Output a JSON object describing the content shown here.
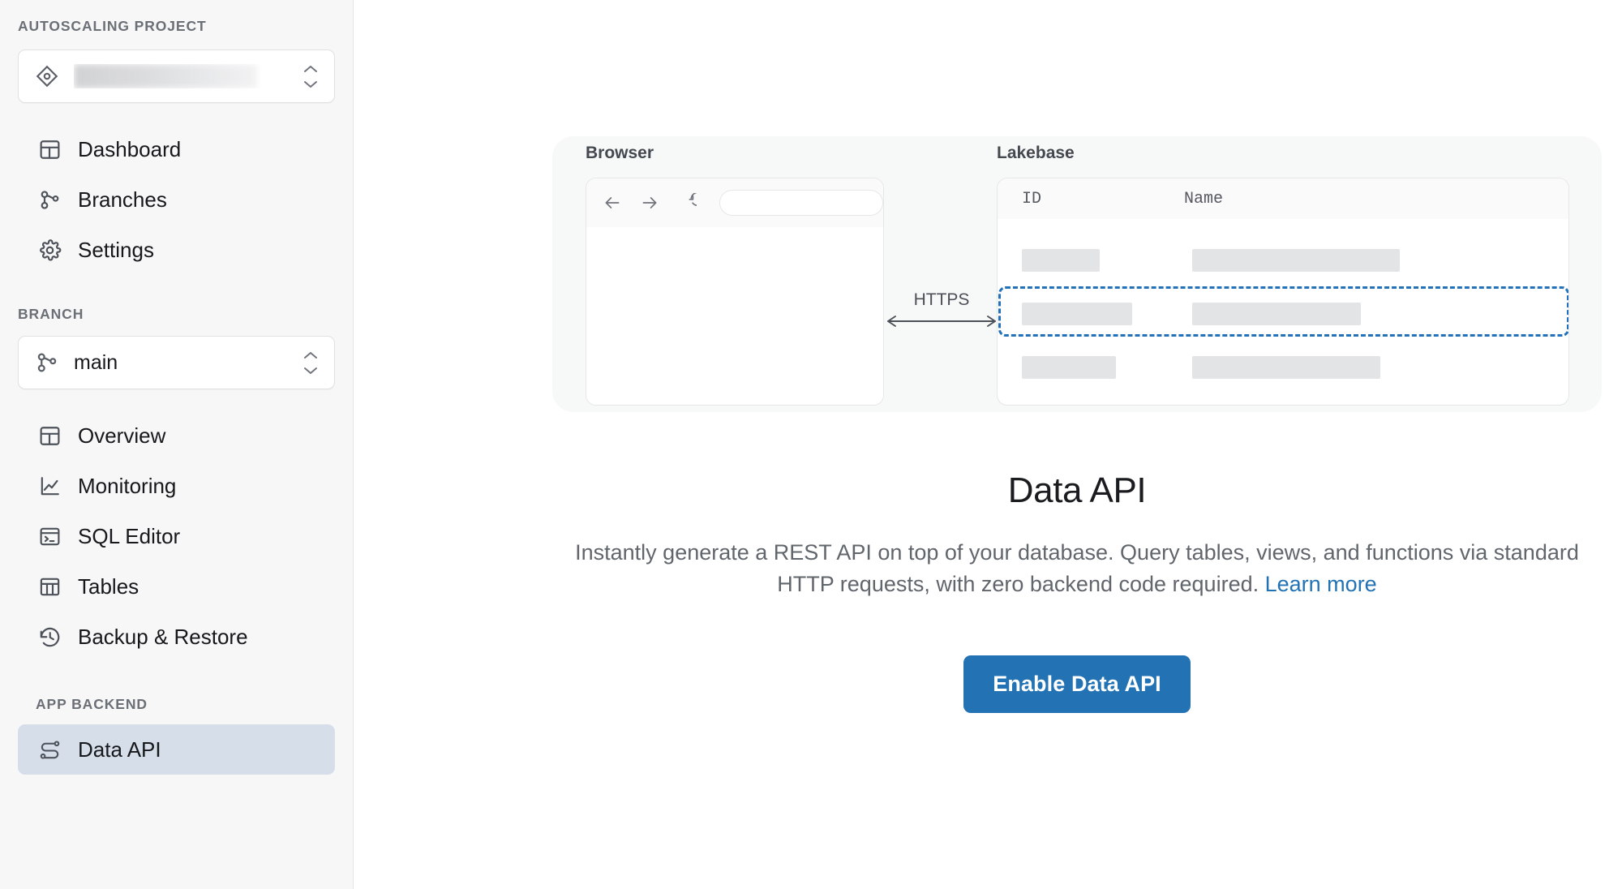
{
  "sidebar": {
    "project_section_label": "AUTOSCALING PROJECT",
    "project_selector": {
      "name": "project-selector",
      "icon": "project-diamond-icon",
      "value": "",
      "redacted": true,
      "chevron": "chevron-up-down-icon"
    },
    "project_nav": [
      {
        "label": "Dashboard",
        "icon": "dashboard-grid-icon",
        "active": false
      },
      {
        "label": "Branches",
        "icon": "branch-icon",
        "active": false
      },
      {
        "label": "Settings",
        "icon": "gear-icon",
        "active": false
      }
    ],
    "branch_section_label": "BRANCH",
    "branch_selector": {
      "name": "branch-selector",
      "icon": "branch-icon",
      "value": "main",
      "chevron": "chevron-up-down-icon"
    },
    "branch_nav": [
      {
        "label": "Overview",
        "icon": "dashboard-grid-icon",
        "active": false
      },
      {
        "label": "Monitoring",
        "icon": "line-chart-icon",
        "active": false
      },
      {
        "label": "SQL Editor",
        "icon": "terminal-window-icon",
        "active": false
      },
      {
        "label": "Tables",
        "icon": "table-icon",
        "active": false
      },
      {
        "label": "Backup & Restore",
        "icon": "history-clock-icon",
        "active": false
      }
    ],
    "backend_section_label": "APP BACKEND",
    "backend_nav": [
      {
        "label": "Data API",
        "icon": "api-path-icon",
        "active": true
      }
    ]
  },
  "illustration": {
    "browser": {
      "caption": "Browser",
      "back_icon": "arrow-left-icon",
      "forward_icon": "arrow-right-icon",
      "reload_icon": "reload-icon",
      "url_value": "",
      "url_placeholder": ""
    },
    "connection": {
      "label": "HTTPS",
      "arrow_icon": "double-arrow-horizontal-icon"
    },
    "lakebase": {
      "caption": "Lakebase",
      "columns": [
        "ID",
        "Name"
      ],
      "rows": [
        {
          "id_width": 96,
          "name_width": 256,
          "highlighted": false
        },
        {
          "id_width": 136,
          "name_width": 208,
          "highlighted": true
        },
        {
          "id_width": 116,
          "name_width": 232,
          "highlighted": false
        }
      ],
      "highlight_color": "#2372B4"
    }
  },
  "content": {
    "title": "Data API",
    "description": "Instantly generate a REST API on top of your database. Query tables, views, and functions via standard HTTP requests, with zero backend code required.",
    "learn_more_label": "Learn more",
    "cta_label": "Enable Data API"
  },
  "colors": {
    "accent": "#2272B4",
    "sidebar_bg": "#F7F7F8",
    "active_nav_bg": "#D6DEE9",
    "panel_bg": "#F7F8F8",
    "text_primary": "#16181C",
    "text_muted": "#61656C"
  }
}
